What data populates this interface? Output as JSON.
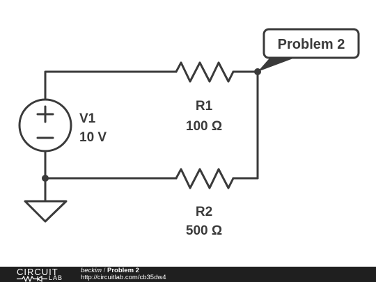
{
  "circuit": {
    "source": {
      "name": "V1",
      "value": "10 V",
      "plus": "+",
      "minus": "−"
    },
    "resistors": [
      {
        "name": "R1",
        "value": "100 Ω"
      },
      {
        "name": "R2",
        "value": "500 Ω"
      }
    ],
    "callout": "Problem 2"
  },
  "footer": {
    "logo_top": "CIRCUIT",
    "logo_bottom": "LAB",
    "author": "beckim",
    "separator": " / ",
    "title": "Problem 2",
    "url": "http://circuitlab.com/cb35dw4"
  },
  "colors": {
    "wire": "#3a3a3a",
    "footer_bg": "#1f1f1f",
    "text": "#3a3a3a"
  }
}
